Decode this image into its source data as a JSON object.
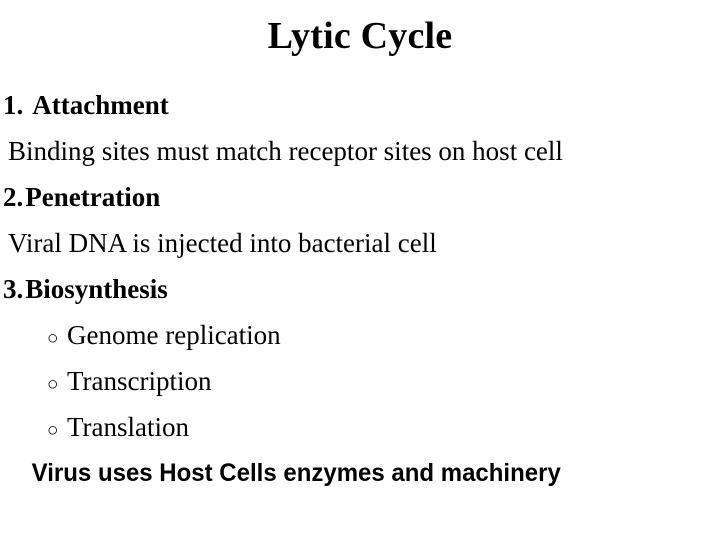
{
  "slide": {
    "title": "Lytic Cycle",
    "background_color": "#ffffff",
    "text_color": "#000000",
    "lines": [
      {
        "kind": "step",
        "number": "1.",
        "text": "Attachment"
      },
      {
        "kind": "detail",
        "text": "Binding sites must match receptor sites on host cell"
      },
      {
        "kind": "step",
        "number": "2.",
        "text": "Penetration"
      },
      {
        "kind": "detail",
        "text": "Viral DNA is injected into bacterial cell"
      },
      {
        "kind": "step",
        "number": "3.",
        "text": "Biosynthesis"
      },
      {
        "kind": "bullet",
        "marker": "○",
        "text": "Genome replication"
      },
      {
        "kind": "bullet",
        "marker": "○",
        "text": "Transcription"
      },
      {
        "kind": "bullet",
        "marker": "○",
        "text": "Translation"
      },
      {
        "kind": "summary",
        "text": "Virus uses Host Cells enzymes and machinery"
      }
    ]
  }
}
